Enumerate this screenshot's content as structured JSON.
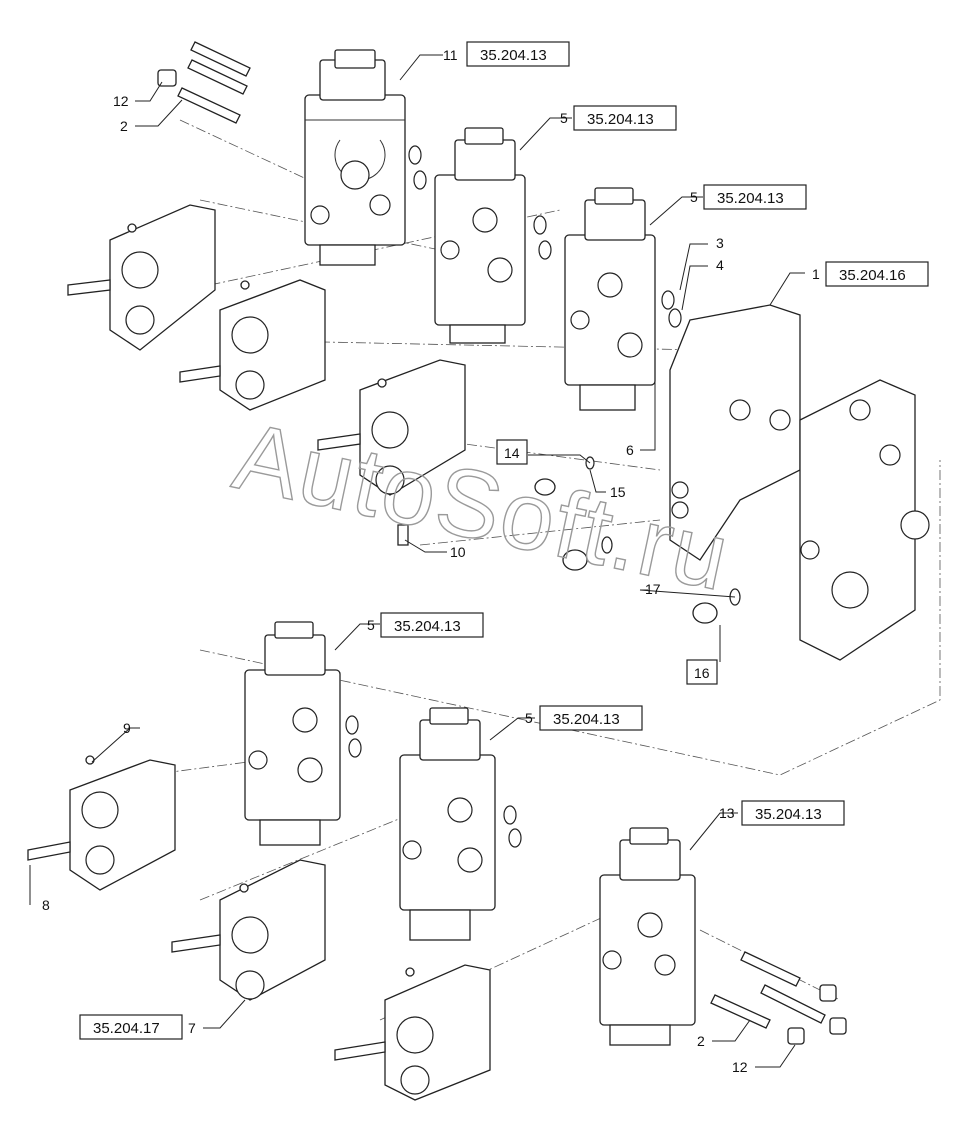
{
  "watermark": "AutoSoft.ru",
  "callouts": [
    {
      "id": "c11",
      "number": "11",
      "ref": "35.204.13"
    },
    {
      "id": "c5a",
      "number": "5",
      "ref": "35.204.13"
    },
    {
      "id": "c5b",
      "number": "5",
      "ref": "35.204.13"
    },
    {
      "id": "c1",
      "number": "1",
      "ref": "35.204.16"
    },
    {
      "id": "c5c",
      "number": "5",
      "ref": "35.204.13"
    },
    {
      "id": "c5d",
      "number": "5",
      "ref": "35.204.13"
    },
    {
      "id": "c13",
      "number": "13",
      "ref": "35.204.13"
    },
    {
      "id": "c7",
      "number": "7",
      "ref": "35.204.17"
    }
  ],
  "labels": {
    "l12a": "12",
    "l2a": "2",
    "l3": "3",
    "l4": "4",
    "l6": "6",
    "l14": "14",
    "l15": "15",
    "l10": "10",
    "l17": "17",
    "l16": "16",
    "l9": "9",
    "l8": "8",
    "l2b": "2",
    "l12b": "12"
  }
}
